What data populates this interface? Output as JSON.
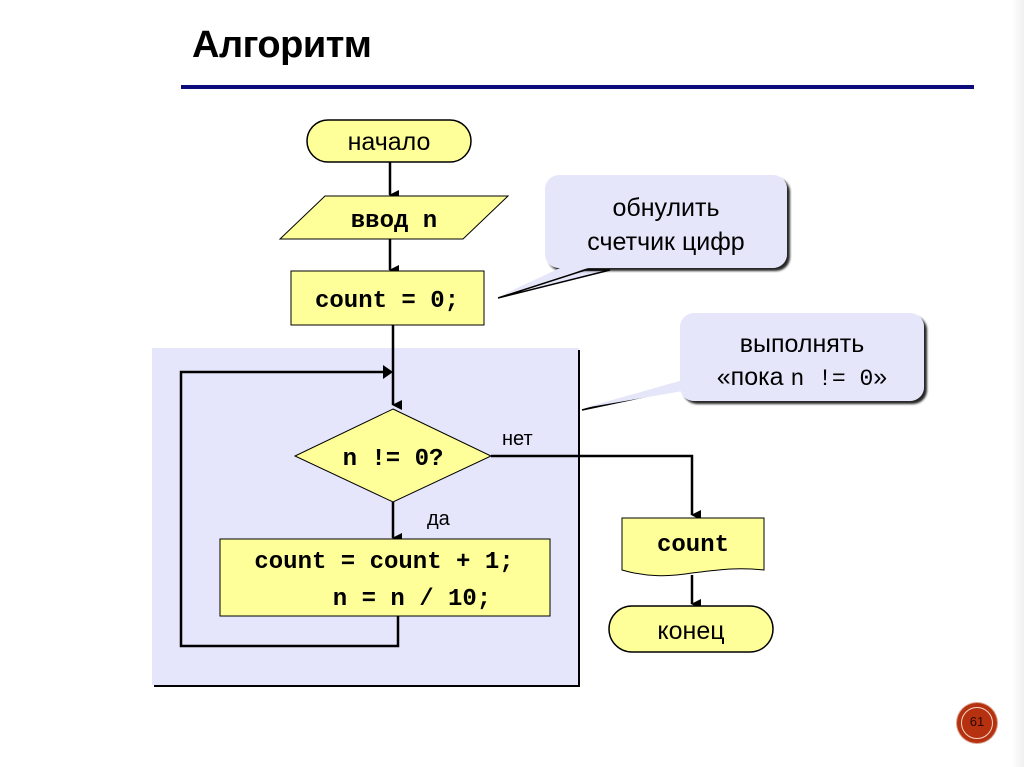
{
  "slide": {
    "title": "Алгоритм",
    "page_number": "61"
  },
  "flowchart": {
    "start": "начало",
    "input": "ввод n",
    "init": "count = 0;",
    "condition": "n != 0?",
    "branch_no": "нет",
    "branch_yes": "да",
    "body_line1": "count = count + 1;",
    "body_line2": "n = n / 10;",
    "output": "count",
    "end": "конец"
  },
  "callouts": {
    "reset": {
      "line1": "обнулить",
      "line2": "счетчик цифр"
    },
    "loop": {
      "line1": "выполнять",
      "line2_prefix": "«пока ",
      "line2_code": "n != 0",
      "line2_suffix": "»"
    }
  },
  "colors": {
    "shape_fill": "#ffff99",
    "loop_area": "#e5e5fb",
    "callout_fill": "#e6e6fa",
    "rule": "#0c0c7a",
    "badge": "#b5310f"
  }
}
